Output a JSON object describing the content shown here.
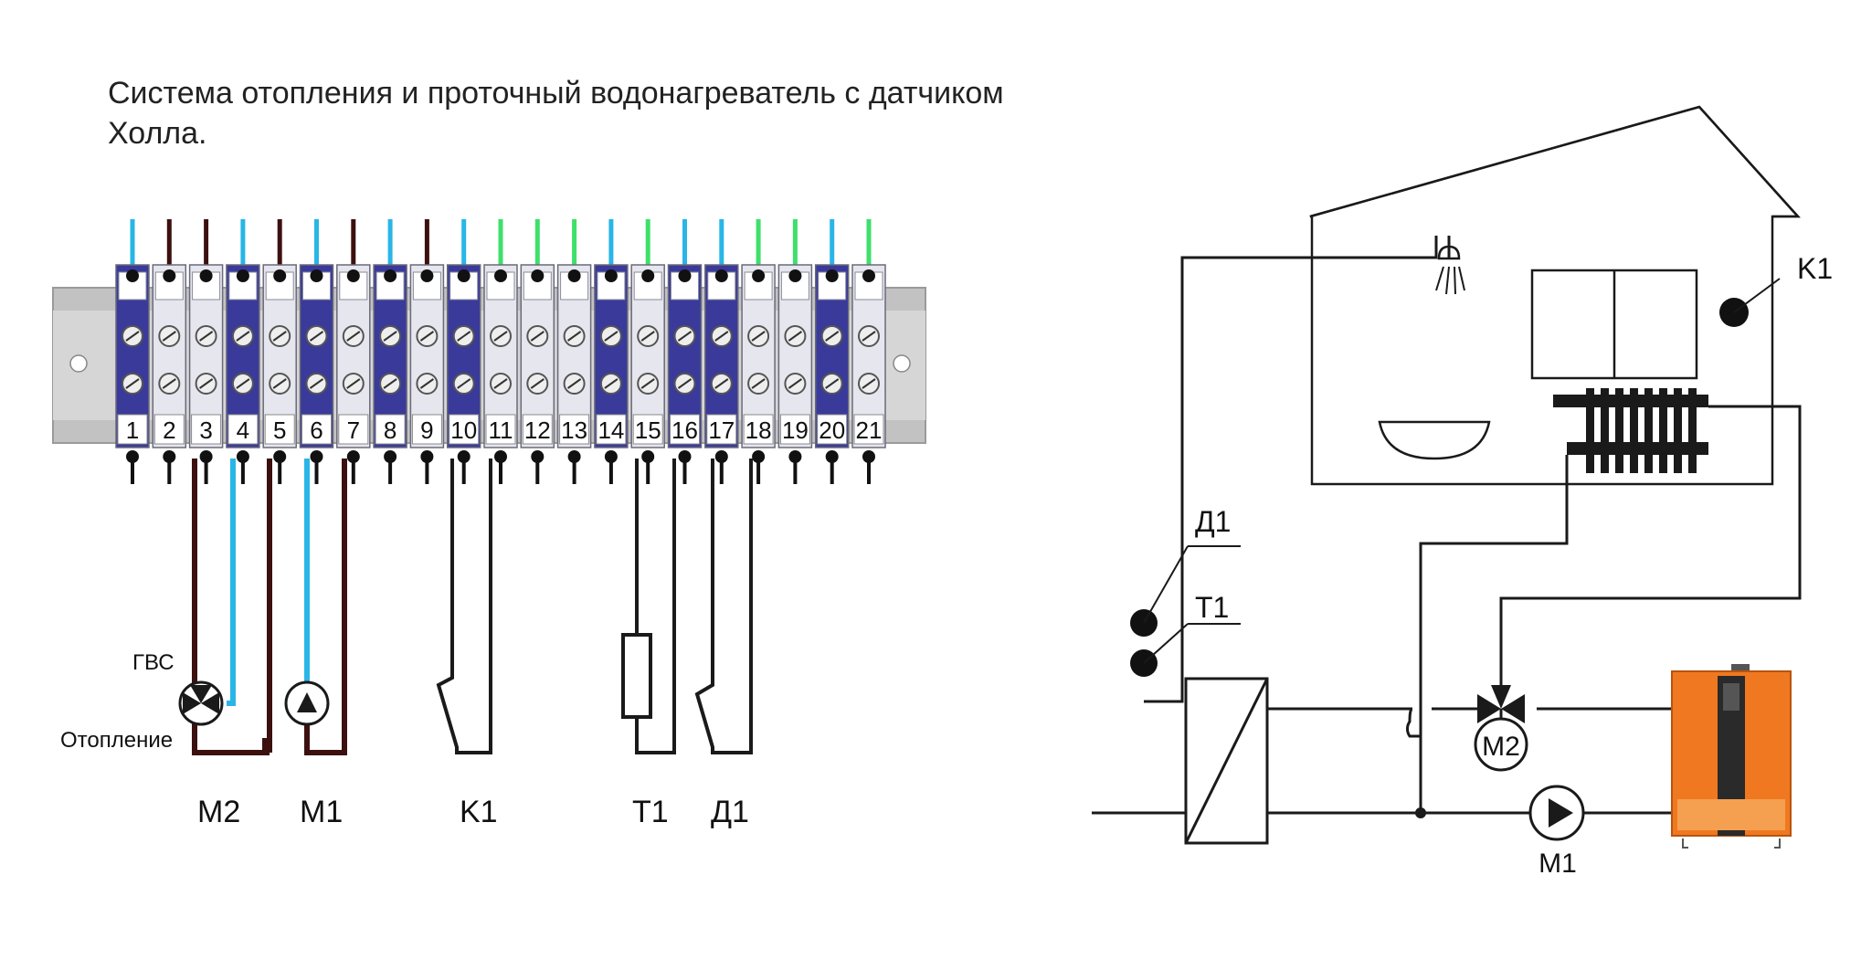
{
  "title": "Система отопления и проточный водонагреватель с датчиком Холла.",
  "terminals": [
    "1",
    "2",
    "3",
    "4",
    "5",
    "6",
    "7",
    "8",
    "9",
    "10",
    "11",
    "12",
    "13",
    "14",
    "15",
    "16",
    "17",
    "18",
    "19",
    "20",
    "21"
  ],
  "wiring_labels": {
    "hot_water": "ГВС",
    "heating": "Отопление",
    "m2": "M2",
    "m1": "M1",
    "k1": "K1",
    "t1": "T1",
    "d1": "Д1"
  },
  "scheme_labels": {
    "k1": "K1",
    "d1": "Д1",
    "t1": "T1",
    "m2": "M2",
    "m1": "M1"
  },
  "colors": {
    "wire_blue": "#29b6e6",
    "wire_brown": "#3d1010",
    "wire_green": "#3ee06a",
    "terminal_blue": "#3a3a9a",
    "terminal_white": "#e6e6ee",
    "rail": "#c4c4c4",
    "boiler_orange": "#f07820",
    "line": "#1a1a1a"
  }
}
